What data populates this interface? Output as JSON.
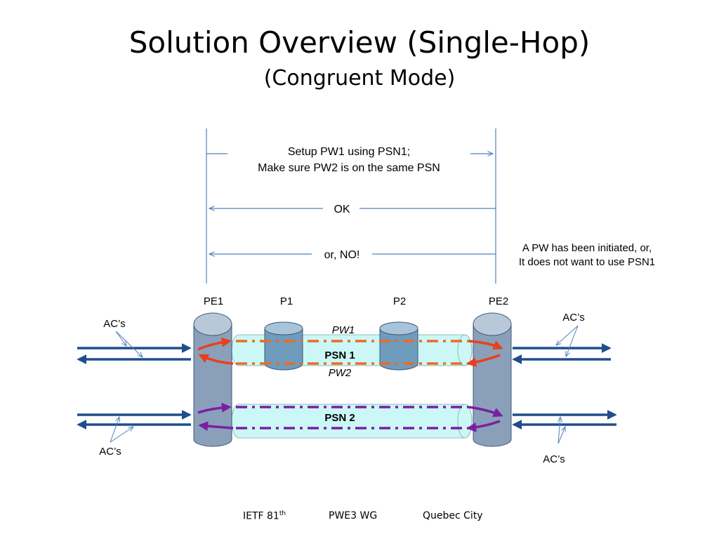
{
  "title": "Solution Overview (Single-Hop)",
  "subtitle": "(Congruent Mode)",
  "messages": {
    "setup_line1": "Setup PW1 using PSN1;",
    "setup_line2": "Make sure PW2 is on the same PSN",
    "ok": "OK",
    "no": "or, NO!",
    "note_line1": "A PW has been initiated, or,",
    "note_line2": "It does not want to use PSN1"
  },
  "nodes": {
    "pe1": "PE1",
    "p1": "P1",
    "p2": "P2",
    "pe2": "PE2"
  },
  "tunnels": {
    "psn1": "PSN 1",
    "psn2": "PSN 2",
    "pw1": "PW1",
    "pw2": "PW2"
  },
  "ac_labels": {
    "left_top": "AC’s",
    "left_bottom": "AC’s",
    "right_top": "AC’s",
    "right_bottom": "AC’s"
  },
  "footer": {
    "event": "IETF 81",
    "event_sup": "th",
    "group": "PWE3 WG",
    "city": "Quebec City"
  },
  "colors": {
    "pe_node": "#8aa0ba",
    "p_node": "#6f9bbd",
    "tunnel_fill": "#ccf7f7",
    "pw_psn1": "#ef6b1e",
    "pw_psn2": "#7b1fa2",
    "curve_psn1": "#e8401c",
    "ac_arrow": "#1f4e8c",
    "timeline": "#4f81bd"
  }
}
